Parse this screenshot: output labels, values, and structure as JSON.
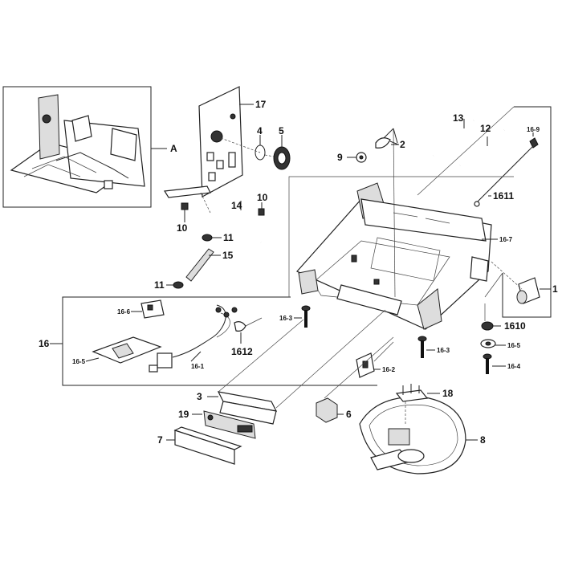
{
  "callouts": {
    "c1": "1",
    "c2": "2",
    "c3": "3",
    "c4": "4",
    "c5": "5",
    "c6": "6",
    "c7": "7",
    "c8": "8",
    "c9": "9",
    "c10a": "10",
    "c10b": "10",
    "c11a": "11",
    "c11b": "11",
    "c12": "12",
    "c13": "13",
    "c14": "14",
    "c15": "15",
    "c16": "16",
    "c17": "17",
    "c18": "18",
    "c19": "19",
    "cA": "A",
    "c16_1": "16-1",
    "c16_2": "16-2",
    "c16_3a": "16-3",
    "c16_3b": "16-3",
    "c16_4": "16-4",
    "c16_5a": "16-5",
    "c16_5b": "16-5",
    "c16_6": "16-6",
    "c16_7": "16-7",
    "c16_9": "16-9",
    "c1610": "1610",
    "c1611": "1611",
    "c1612": "1612"
  }
}
